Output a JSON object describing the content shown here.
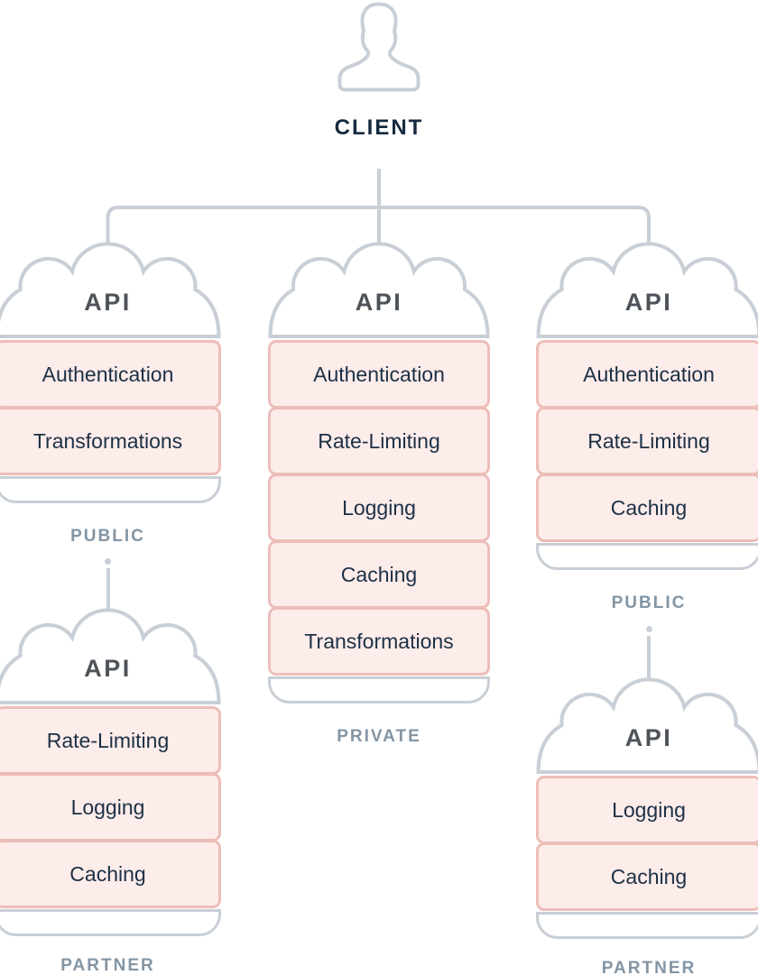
{
  "title": "API gateway topology diagram",
  "client": {
    "label": "CLIENT",
    "icon": "user-silhouette-icon"
  },
  "groups": {
    "top_left": {
      "api_label": "API",
      "layers": [
        "Authentication",
        "Transformations"
      ],
      "zone": "PUBLIC"
    },
    "top_center": {
      "api_label": "API",
      "layers": [
        "Authentication",
        "Rate-Limiting",
        "Logging",
        "Caching",
        "Transformations"
      ],
      "zone": "PRIVATE"
    },
    "top_right": {
      "api_label": "API",
      "layers": [
        "Authentication",
        "Rate-Limiting",
        "Caching"
      ],
      "zone": "PUBLIC"
    },
    "bottom_left": {
      "api_label": "API",
      "layers": [
        "Rate-Limiting",
        "Logging",
        "Caching"
      ],
      "zone": "PARTNER"
    },
    "bottom_right": {
      "api_label": "API",
      "layers": [
        "Logging",
        "Caching"
      ],
      "zone": "PARTNER"
    }
  },
  "colors": {
    "background": "#ffffff",
    "line_gray": "#c9cfd6",
    "layer_fill": "#fcecea",
    "layer_border": "#edbdb8",
    "layer_text": "#1c3045",
    "api_text": "#4d5358",
    "zone_text": "#8395a4",
    "client_text": "#152a3e"
  }
}
